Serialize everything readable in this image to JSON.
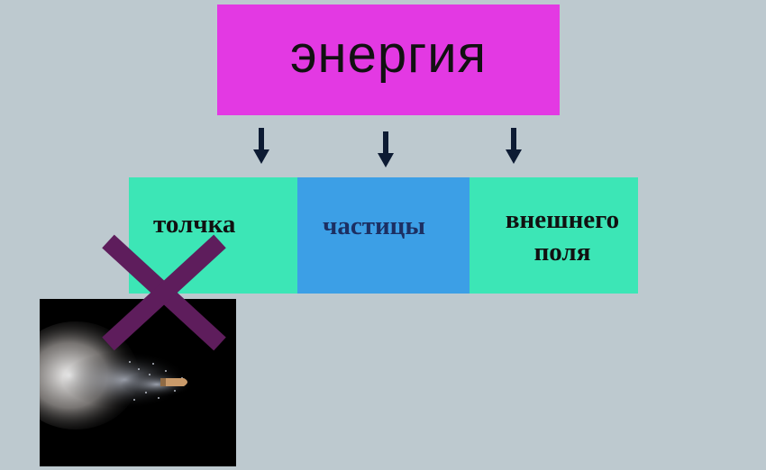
{
  "title": "энергия",
  "boxes": [
    {
      "label": "толчка",
      "color": "#3ce6b6"
    },
    {
      "label": "частицы",
      "color": "#3c9fe6"
    },
    {
      "label": "внешнего поля",
      "color": "#3ce6b6"
    }
  ],
  "colors": {
    "background": "#bdc9cf",
    "title_box": "#e339e3",
    "arrow": "#0d1b33",
    "cross": "#5e1d5c"
  },
  "icons": {
    "cross": "cross-mark-icon",
    "photo": "bullet-photo"
  }
}
